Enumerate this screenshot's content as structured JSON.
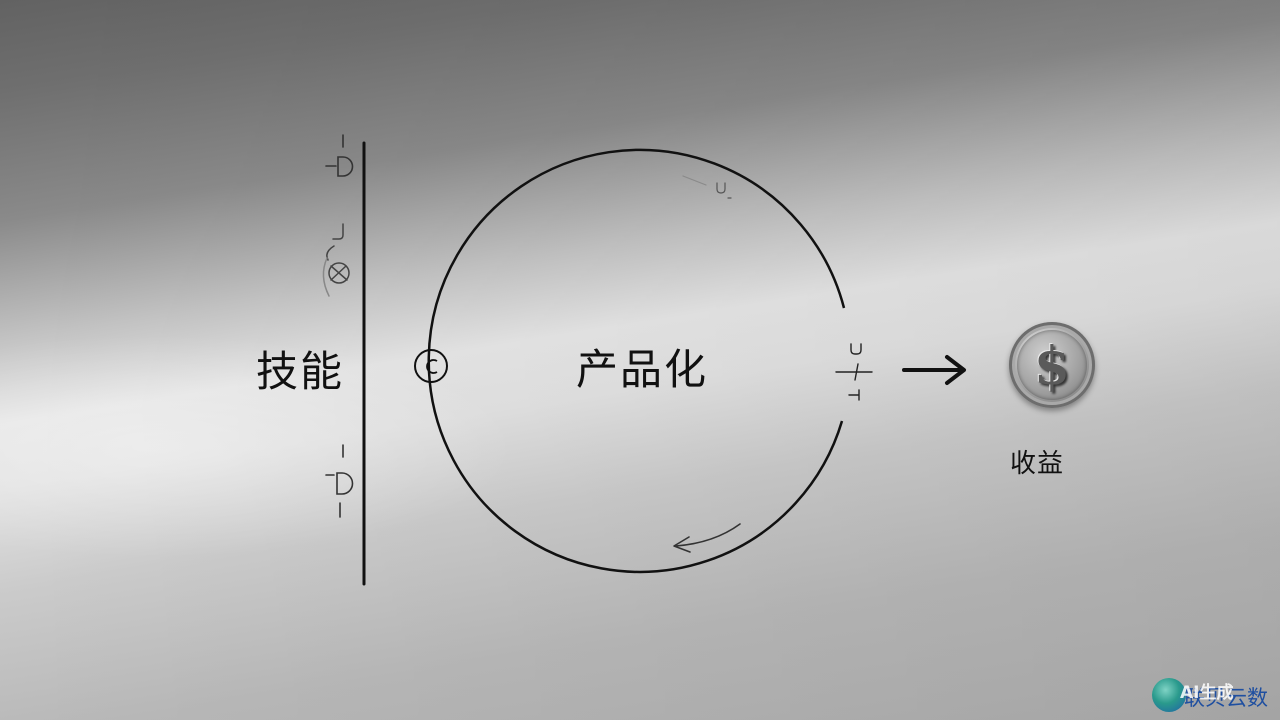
{
  "background": {
    "top": "#626262",
    "band": "#e6e6e6",
    "bottom": "#aeaeae"
  },
  "ink_color": "#111111",
  "left": {
    "label": "技能"
  },
  "cycle": {
    "label": "产品化"
  },
  "output": {
    "label": "收益",
    "coin_symbol": "$",
    "coin_color": "#9a9a9a"
  },
  "watermark": {
    "brand": "联贝云数",
    "tag": "AI生成",
    "logo_color": "#1e5fa8"
  },
  "icons": {
    "node": "circle-node-icon",
    "cycle_arrow": "curved-left-arrow-icon",
    "output_arrow": "right-arrow-icon",
    "coin": "dollar-coin-icon"
  }
}
